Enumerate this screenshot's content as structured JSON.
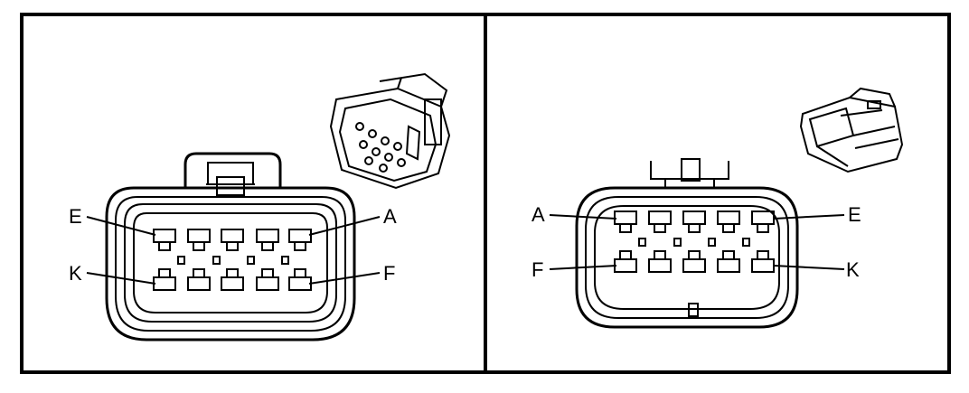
{
  "left_view": {
    "label_top_left": "E",
    "label_top_right": "A",
    "label_bottom_left": "K",
    "label_bottom_right": "F"
  },
  "right_view": {
    "label_top_left": "A",
    "label_top_right": "E",
    "label_bottom_left": "F",
    "label_bottom_right": "K"
  },
  "colors": {
    "line": "#000000",
    "background": "#ffffff"
  }
}
